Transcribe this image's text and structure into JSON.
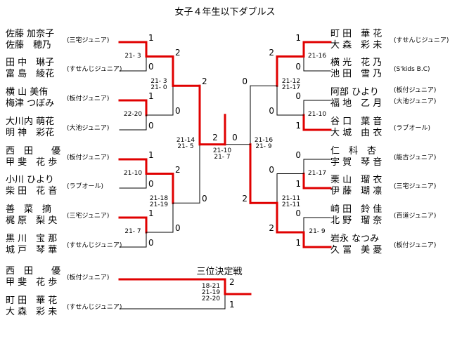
{
  "title": "女子４年生以下ダブルス",
  "third_place_title": "三位決定戦",
  "left_pairs": [
    {
      "p1": "佐藤 加奈子",
      "p2": "佐藤　穂乃",
      "team": "(三宅ジュニア)"
    },
    {
      "p1": "田 中　琳子",
      "p2": "富 島　綾花",
      "team": "(すせんじジュニア)"
    },
    {
      "p1": "横 山 美侑",
      "p2": "梅津 つぼみ",
      "team": "(板付ジュニア)"
    },
    {
      "p1": "大川内 萌花",
      "p2": "明 神　彩花",
      "team": "(大池ジュニア)"
    },
    {
      "p1": "西　田　　優",
      "p2": "甲 斐　花 歩",
      "team": "(板付ジュニア)"
    },
    {
      "p1": "小川 ひより",
      "p2": "柴 田　花 音",
      "team": "(ラブオール)"
    },
    {
      "p1": "善　菜　摘",
      "p2": "梶 原　梨 央",
      "team": "(三宅ジュニア)"
    },
    {
      "p1": "黒 川　宝 那",
      "p2": "城 戸　琴 華",
      "team": "(すせんじジュニア)"
    }
  ],
  "right_pairs": [
    {
      "p1": "町 田　華 花",
      "p2": "大 森　彩 未",
      "team": "(すせんじジュニア)"
    },
    {
      "p1": "横 光　花 乃",
      "p2": "池 田　雪 乃",
      "team": "(S'kids B.C)"
    },
    {
      "p1": "阿部 ひより",
      "p2": "福 地　乙 月",
      "team": "(板付ジュニア)",
      "team2": "(大池ジュニア)"
    },
    {
      "p1": "谷 口　葉 音",
      "p2": "大 城　由 衣",
      "team": "(ラブオール)"
    },
    {
      "p1": "仁　科　杏",
      "p2": "宇 賀　琴 音",
      "team": "(能古ジュニア)"
    },
    {
      "p1": "栗 山　瑠 衣",
      "p2": "伊 藤　瑚 凛",
      "team": "(三宅ジュニア)"
    },
    {
      "p1": "崎 田　鈴 佳",
      "p2": "北 野　瑠 奈",
      "team": "(百道ジュニア)"
    },
    {
      "p1": "岩永 なつみ",
      "p2": "久 冨　美 憂",
      "team": "(板付ジュニア)"
    }
  ],
  "third_pairs": [
    {
      "p1": "西　田　　優",
      "p2": "甲 斐　花 歩",
      "team": "(板付ジュニア)"
    },
    {
      "p1": "町 田　華 花",
      "p2": "大 森　彩 未",
      "team": "(すせんじジュニア)"
    }
  ],
  "left_r1_games": [
    {
      "top": "1",
      "bottom": "0",
      "score": "21- 3"
    },
    {
      "top": "1",
      "bottom": "0",
      "score": "22-20"
    },
    {
      "top": "1",
      "bottom": "0",
      "score": "21-10"
    },
    {
      "top": "1",
      "bottom": "0",
      "score": "21- 7"
    }
  ],
  "left_r2_games": [
    {
      "top": "2",
      "bottom": "0",
      "score": "21- 3\n21- 0"
    },
    {
      "top": "2",
      "bottom": "0",
      "score": "21-18\n21-19"
    }
  ],
  "left_semi": {
    "top": "2",
    "bottom": "0",
    "score": "21-14\n21- 5"
  },
  "final": {
    "left": "2",
    "right": "0",
    "score": "21-10\n21- 7"
  },
  "right_semi": {
    "top": "0",
    "bottom": "2",
    "score": "21-16\n21- 9"
  },
  "right_r2_games": [
    {
      "top": "2",
      "bottom": "0",
      "score": "21-12\n21-17"
    },
    {
      "top": "0",
      "bottom": "2",
      "score": "21-11\n21-11"
    }
  ],
  "right_r1_games": [
    {
      "top": "1",
      "bottom": "0",
      "score": "21-16"
    },
    {
      "top": "0",
      "bottom": "1",
      "score": "21-10"
    },
    {
      "top": "0",
      "bottom": "1",
      "score": "21-17"
    },
    {
      "top": "0",
      "bottom": "1",
      "score": "21- 9"
    }
  ],
  "third_place": {
    "top": "2",
    "bottom": "1",
    "score": "18-21\n21-19\n22-20"
  },
  "colors": {
    "win_line": "#e00000",
    "line": "#000000"
  }
}
